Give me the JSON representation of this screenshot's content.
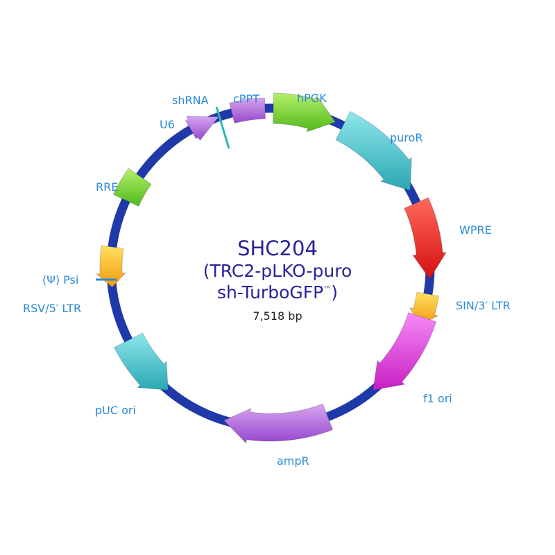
{
  "plasmid": {
    "name": "SHC204",
    "subtitle_line1": "(TRC2-pLKO-puro",
    "subtitle_line2": "sh-TurboGFP",
    "trademark": "™",
    "subtitle_close": ")",
    "size": "7,518 bp"
  },
  "colors": {
    "backbone": "#1f3aa8",
    "label": "#2a8ad8",
    "title": "#27239a",
    "violet": "#b066dc",
    "green": "#7bd83a",
    "teal": "#4ec9cf",
    "red": "#ec2222",
    "orange": "#f7b11e",
    "magenta": "#e43ee0",
    "marker": "#2bb8b0"
  },
  "features": [
    {
      "id": "u6",
      "label": "U6"
    },
    {
      "id": "shrna",
      "label": "shRNA"
    },
    {
      "id": "cppt",
      "label": "cPPT"
    },
    {
      "id": "hpgk",
      "label": "hPGK"
    },
    {
      "id": "puror",
      "label": "puroR"
    },
    {
      "id": "wpre",
      "label": "WPRE"
    },
    {
      "id": "sin3ltr",
      "label": "SIN/3′ LTR"
    },
    {
      "id": "f1ori",
      "label": "f1 ori"
    },
    {
      "id": "ampr",
      "label": "ampR"
    },
    {
      "id": "pucori",
      "label": "pUC ori"
    },
    {
      "id": "rsv5ltr",
      "label": "RSV/5′ LTR"
    },
    {
      "id": "psi",
      "label": "(Ψ) Psi"
    },
    {
      "id": "rre",
      "label": "RRE"
    }
  ]
}
